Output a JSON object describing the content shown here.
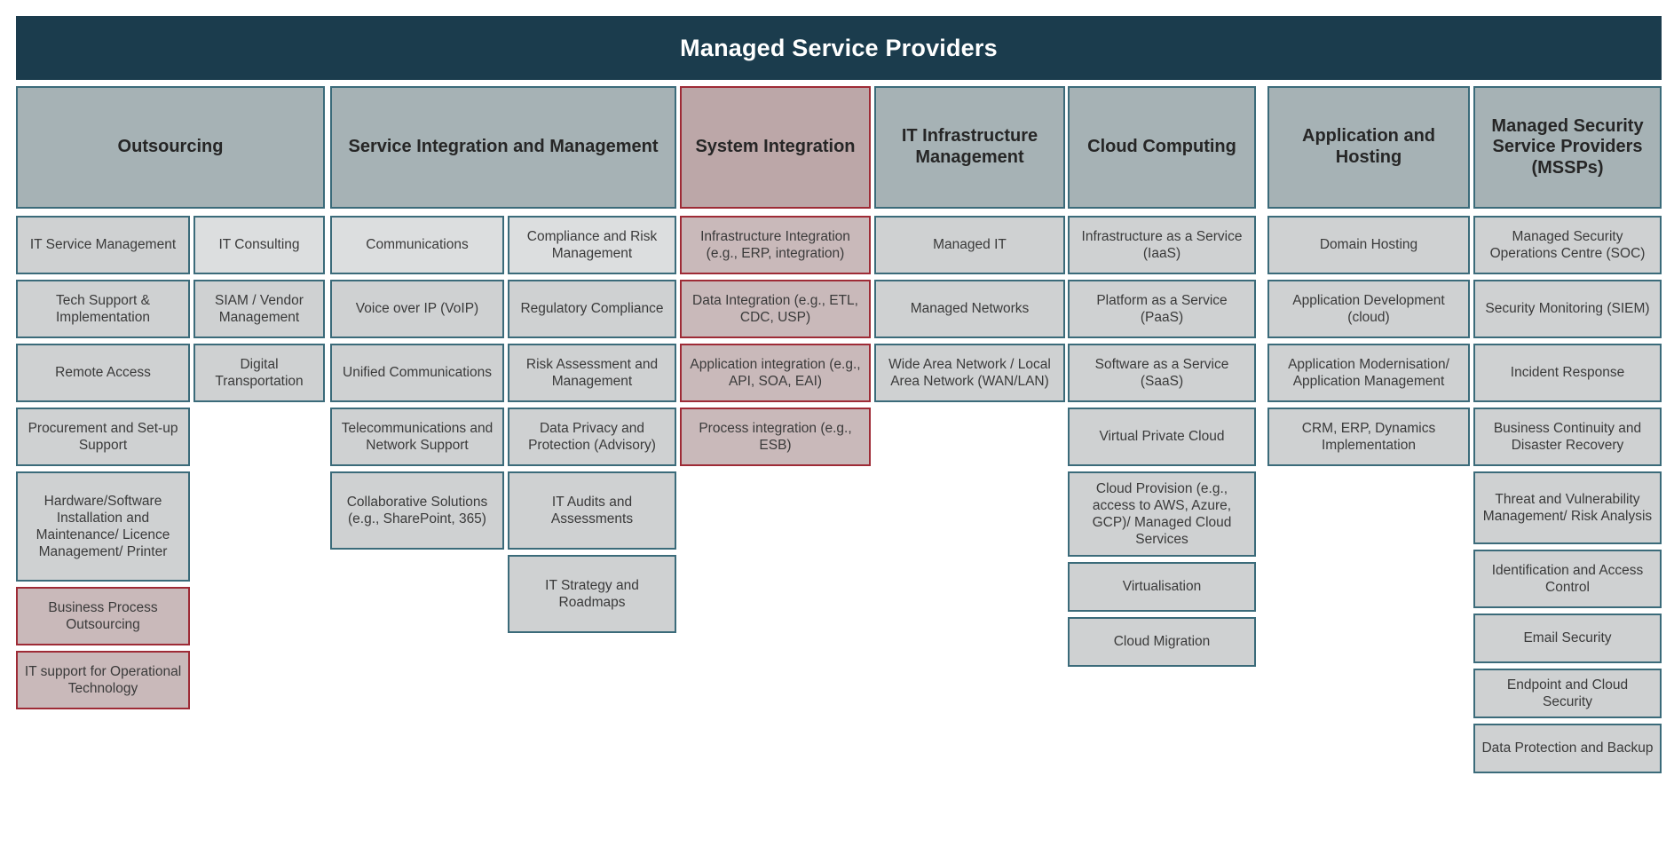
{
  "banner": {
    "title": "Managed Service Providers"
  },
  "theme": {
    "banner_bg": "#1b3c4d",
    "header_bg": "#a6b2b5",
    "header_accent_bg": "#bca7a8",
    "box_bg": "#cfd1d2",
    "box_accent_bg": "#c9b9ba",
    "border_teal": "#3b6b7a",
    "border_red": "#9e2b36",
    "text": "#3a3a3a"
  },
  "columns": [
    {
      "id": "outsourcing",
      "title": "Outsourcing",
      "accent": false,
      "subcolumns": [
        {
          "items": [
            {
              "label": "IT Service Management",
              "accent": false,
              "light": false,
              "h": 66
            },
            {
              "label": "Tech Support & Implementation",
              "accent": false,
              "light": false,
              "h": 66
            },
            {
              "label": "Remote Access",
              "accent": false,
              "light": false,
              "h": 66
            },
            {
              "label": "Procurement and Set-up Support",
              "accent": false,
              "light": false,
              "h": 66
            },
            {
              "label": "Hardware/Software Installation and Maintenance/ Licence Management/ Printer",
              "accent": false,
              "light": false,
              "h": 124
            },
            {
              "label": "Business Process Outsourcing",
              "accent": true,
              "light": false,
              "h": 66
            },
            {
              "label": "IT support for Operational Technology",
              "accent": true,
              "light": false,
              "h": 66
            }
          ]
        },
        {
          "items": [
            {
              "label": "IT Consulting",
              "accent": false,
              "light": true,
              "h": 66
            },
            {
              "label": "SIAM  / Vendor Management",
              "accent": false,
              "light": false,
              "h": 66
            },
            {
              "label": "Digital Transportation",
              "accent": false,
              "light": false,
              "h": 66
            }
          ]
        }
      ]
    },
    {
      "id": "siam",
      "title": "Service Integration and Management",
      "accent": false,
      "subcolumns": [
        {
          "items": [
            {
              "label": "Communications",
              "accent": false,
              "light": true,
              "h": 66
            },
            {
              "label": "Voice over IP (VoIP)",
              "accent": false,
              "light": false,
              "h": 66
            },
            {
              "label": "Unified Communications",
              "accent": false,
              "light": false,
              "h": 66
            },
            {
              "label": "Telecommunications and Network Support",
              "accent": false,
              "light": false,
              "h": 66
            },
            {
              "label": "Collaborative Solutions (e.g., SharePoint, 365)",
              "accent": false,
              "light": false,
              "h": 88
            }
          ]
        },
        {
          "items": [
            {
              "label": "Compliance and Risk Management",
              "accent": false,
              "light": true,
              "h": 66
            },
            {
              "label": "Regulatory Compliance",
              "accent": false,
              "light": false,
              "h": 66
            },
            {
              "label": "Risk Assessment and Management",
              "accent": false,
              "light": false,
              "h": 66
            },
            {
              "label": "Data Privacy and Protection (Advisory)",
              "accent": false,
              "light": false,
              "h": 66
            },
            {
              "label": "IT Audits and Assessments",
              "accent": false,
              "light": false,
              "h": 88
            },
            {
              "label": "IT Strategy and Roadmaps",
              "accent": false,
              "light": false,
              "h": 88
            }
          ]
        }
      ]
    },
    {
      "id": "system-integration",
      "title": "System Integration",
      "accent": true,
      "subcolumns": [
        {
          "items": [
            {
              "label": "Infrastructure Integration (e.g., ERP, integration)",
              "accent": true,
              "light": false,
              "h": 66
            },
            {
              "label": "Data Integration  (e.g., ETL, CDC, USP)",
              "accent": true,
              "light": false,
              "h": 66
            },
            {
              "label": "Application integration (e.g., API,  SOA, EAI)",
              "accent": true,
              "light": false,
              "h": 66
            },
            {
              "label": "Process integration (e.g., ESB)",
              "accent": true,
              "light": false,
              "h": 66
            }
          ]
        }
      ]
    },
    {
      "id": "it-infrastructure-management",
      "title": "IT Infrastructure Management",
      "accent": false,
      "subcolumns": [
        {
          "items": [
            {
              "label": "Managed IT",
              "accent": false,
              "light": false,
              "h": 66
            },
            {
              "label": "Managed Networks",
              "accent": false,
              "light": false,
              "h": 66
            },
            {
              "label": "Wide Area Network / Local Area Network (WAN/LAN)",
              "accent": false,
              "light": false,
              "h": 66
            }
          ]
        }
      ]
    },
    {
      "id": "cloud-computing",
      "title": "Cloud Computing",
      "accent": false,
      "subcolumns": [
        {
          "items": [
            {
              "label": "Infrastructure as a Service (IaaS)",
              "accent": false,
              "light": false,
              "h": 66
            },
            {
              "label": "Platform as a Service (PaaS)",
              "accent": false,
              "light": false,
              "h": 66
            },
            {
              "label": "Software as a Service (SaaS)",
              "accent": false,
              "light": false,
              "h": 66
            },
            {
              "label": "Virtual Private Cloud",
              "accent": false,
              "light": false,
              "h": 66
            },
            {
              "label": "Cloud Provision (e.g., access to AWS, Azure, GCP)/ Managed Cloud Services",
              "accent": false,
              "light": false,
              "h": 96
            },
            {
              "label": "Virtualisation",
              "accent": false,
              "light": false,
              "h": 56
            },
            {
              "label": "Cloud Migration",
              "accent": false,
              "light": false,
              "h": 56
            }
          ]
        }
      ]
    },
    {
      "id": "application-and-hosting",
      "title": "Application and Hosting",
      "accent": false,
      "subcolumns": [
        {
          "items": [
            {
              "label": "Domain Hosting",
              "accent": false,
              "light": false,
              "h": 66
            },
            {
              "label": "Application Development (cloud)",
              "accent": false,
              "light": false,
              "h": 66
            },
            {
              "label": "Application Modernisation/ Application Management",
              "accent": false,
              "light": false,
              "h": 66
            },
            {
              "label": "CRM, ERP, Dynamics Implementation",
              "accent": false,
              "light": false,
              "h": 66
            }
          ]
        }
      ]
    },
    {
      "id": "mssps",
      "title": "Managed Security Service Providers (MSSPs)",
      "accent": false,
      "subcolumns": [
        {
          "items": [
            {
              "label": "Managed Security Operations Centre (SOC)",
              "accent": false,
              "light": false,
              "h": 66
            },
            {
              "label": "Security Monitoring (SIEM)",
              "accent": false,
              "light": false,
              "h": 66
            },
            {
              "label": "Incident Response",
              "accent": false,
              "light": false,
              "h": 66
            },
            {
              "label": "Business Continuity and Disaster Recovery",
              "accent": false,
              "light": false,
              "h": 66
            },
            {
              "label": "Threat and Vulnerability Management/ Risk Analysis",
              "accent": false,
              "light": false,
              "h": 82
            },
            {
              "label": "Identification and Access Control",
              "accent": false,
              "light": false,
              "h": 66
            },
            {
              "label": "Email Security",
              "accent": false,
              "light": false,
              "h": 56
            },
            {
              "label": "Endpoint and Cloud Security",
              "accent": false,
              "light": false,
              "h": 56
            },
            {
              "label": "Data Protection and Backup",
              "accent": false,
              "light": false,
              "h": 56
            }
          ]
        }
      ]
    }
  ],
  "layout": {
    "column_x": [
      18,
      372,
      766,
      985,
      1203,
      1428,
      1660
    ],
    "column_w": [
      348,
      390,
      215,
      215,
      212,
      228,
      212
    ],
    "subcolumn_splits": {
      "outsourcing": [
        [
          0,
          196
        ],
        [
          200,
          148
        ]
      ],
      "siam": [
        [
          0,
          196
        ],
        [
          200,
          190
        ]
      ]
    }
  }
}
